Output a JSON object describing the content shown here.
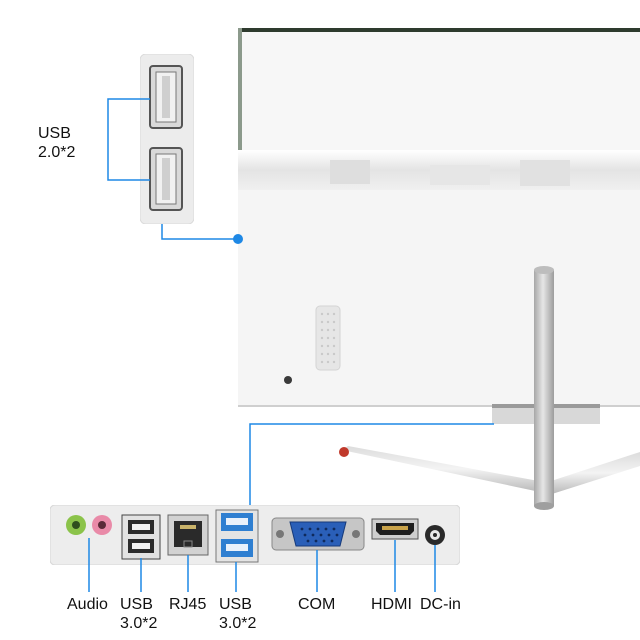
{
  "side_ports": {
    "usb2_label_line1": "USB",
    "usb2_label_line2": "2.0*2"
  },
  "rear_ports": [
    {
      "id": "audio",
      "line1": "Audio",
      "line2": ""
    },
    {
      "id": "usb3a",
      "line1": "USB",
      "line2": "3.0*2"
    },
    {
      "id": "rj45",
      "line1": "RJ45",
      "line2": ""
    },
    {
      "id": "usb3b",
      "line1": "USB",
      "line2": "3.0*2"
    },
    {
      "id": "com",
      "line1": "COM",
      "line2": ""
    },
    {
      "id": "hdmi",
      "line1": "HDMI",
      "line2": ""
    },
    {
      "id": "dcin",
      "line1": "DC-in",
      "line2": ""
    }
  ],
  "colors": {
    "callout_line": "#1e88e5",
    "usb3_blue": "#2f7fd1",
    "audio_green": "#8bc34a",
    "audio_pink": "#e98aa8",
    "vga_blue": "#2a5fb8"
  }
}
